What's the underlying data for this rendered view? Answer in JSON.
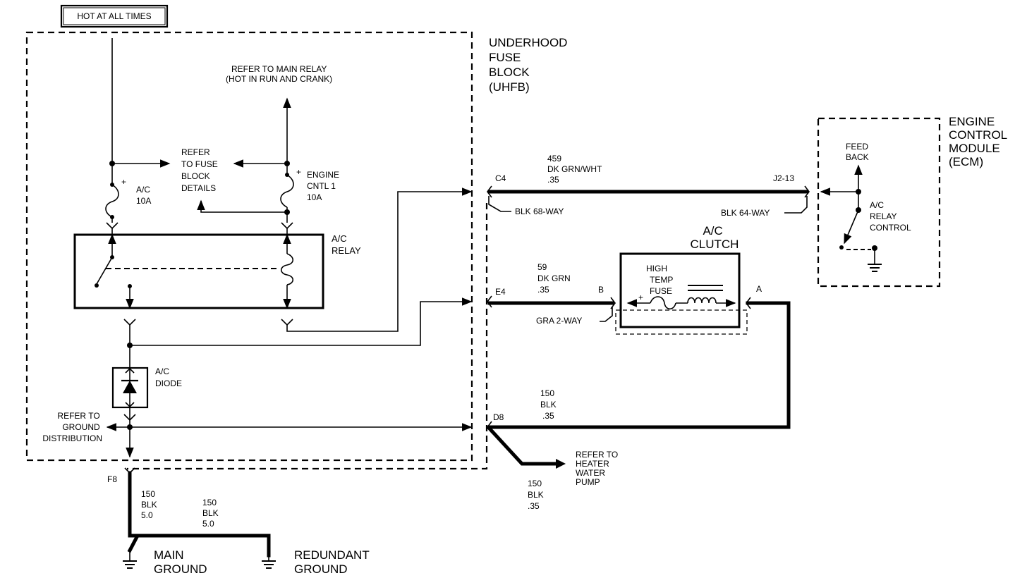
{
  "labels": {
    "hot_at_all_times": "HOT AT ALL TIMES",
    "uhfb": [
      "UNDERHOOD",
      "FUSE",
      "BLOCK",
      "(UHFB)"
    ],
    "refer_main_relay": [
      "REFER TO MAIN RELAY",
      "(HOT IN RUN AND CRANK)"
    ],
    "refer_fuse_block": [
      "REFER",
      "TO FUSE",
      "BLOCK",
      "DETAILS"
    ],
    "fuse_ac": [
      "A/C",
      "10A"
    ],
    "fuse_engine": [
      "ENGINE",
      "CNTL 1",
      "10A"
    ],
    "ac_relay": [
      "A/C",
      "RELAY"
    ],
    "ac_diode": [
      "A/C",
      "DIODE"
    ],
    "refer_ground": [
      "REFER TO",
      "GROUND",
      "DISTRIBUTION"
    ],
    "ecm": [
      "ENGINE",
      "CONTROL",
      "MODULE",
      "(ECM)"
    ],
    "feedback": [
      "FEED",
      "BACK"
    ],
    "ac_relay_control": [
      "A/C",
      "RELAY",
      "CONTROL"
    ],
    "ac_clutch": [
      "A/C",
      "CLUTCH"
    ],
    "high_temp_fuse": [
      "HIGH",
      "TEMP",
      "FUSE"
    ],
    "refer_heater": [
      "REFER TO",
      "HEATER",
      "WATER",
      "PUMP"
    ],
    "main_ground": [
      "MAIN",
      "GROUND"
    ],
    "redundant_ground": [
      "REDUNDANT",
      "GROUND"
    ],
    "plus": "+"
  },
  "connectors": {
    "c4": "C4",
    "e4": "E4",
    "d8": "D8",
    "f8": "F8",
    "j2_13": "J2-13",
    "b": "B",
    "a": "A",
    "blk68": "BLK 68-WAY",
    "blk64": "BLK 64-WAY",
    "gra2": "GRA 2-WAY"
  },
  "wires": {
    "w459": [
      "459",
      "DK GRN/WHT",
      ".35"
    ],
    "w59": [
      "59",
      "DK GRN",
      ".35"
    ],
    "w150_d8": [
      "150",
      "BLK",
      ".35"
    ],
    "w150_heater": [
      "150",
      "BLK",
      ".35"
    ],
    "w150_main": [
      "150",
      "BLK",
      "5.0"
    ],
    "w150_redundant": [
      "150",
      "BLK",
      "5.0"
    ]
  }
}
